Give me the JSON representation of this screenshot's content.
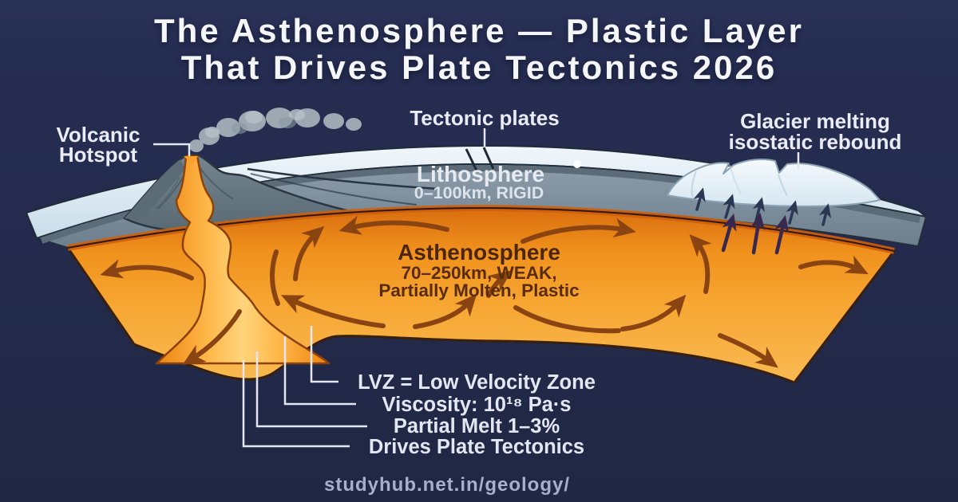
{
  "title": {
    "line1": "The Asthenosphere — Plastic Layer",
    "line2": "That Drives Plate Tectonics 2026"
  },
  "labels": {
    "volcanic": {
      "line1": "Volcanic",
      "line2": "Hotspot"
    },
    "tectonic_plates": "Tectonic plates",
    "glacier": {
      "line1": "Glacier melting",
      "line2": "isostatic rebound"
    }
  },
  "layers": {
    "lithosphere": {
      "name": "Lithosphere",
      "detail": "0–100km, RIGID"
    },
    "asthenosphere": {
      "name": "Asthenosphere",
      "detail1": "70–250km, WEAK,",
      "detail2": "Partially Molten, Plastic"
    }
  },
  "callouts": [
    "LVZ = Low Velocity Zone",
    "Viscosity: 10¹⁸ Pa·s",
    "Partial Melt 1–3%",
    "Drives Plate Tectonics"
  ],
  "footer": {
    "url": "studyhub.net.in/geology/"
  },
  "colors": {
    "background": "#232a4c",
    "title_text": "#f4f6fa",
    "label_text": "#e9ecf4",
    "surface_ice": "#dce9f3",
    "lithosphere_grey": "#8494a1",
    "asthenosphere_orange": "#f49b24",
    "asthenosphere_rim": "#cf5f0c",
    "magma_bright": "#ffd47b",
    "convection_arrow": "#8a4412",
    "rebound_arrow": "#2b3752",
    "asthenosphere_text": "#4b2504",
    "footer_text": "#a9aecc"
  }
}
